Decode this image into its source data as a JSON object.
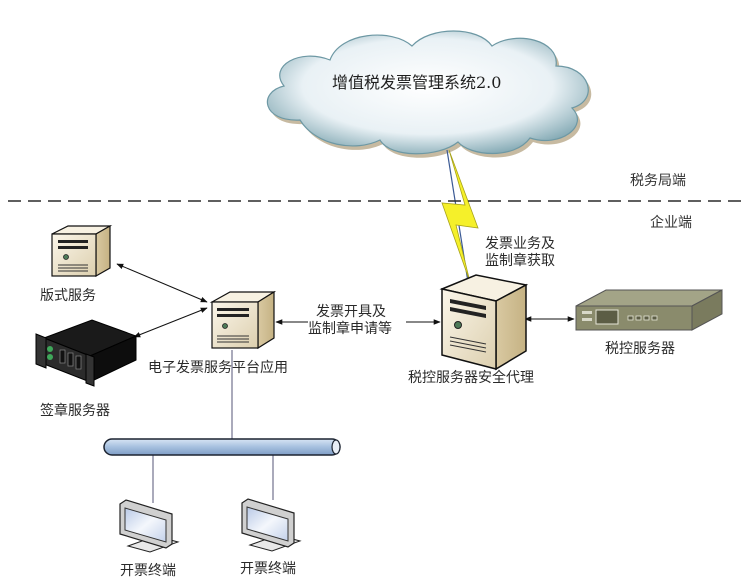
{
  "cloud": {
    "title": "增值税发票管理系统2.0",
    "icon": "cloud-icon"
  },
  "zones": {
    "tax_bureau": "税务局端",
    "enterprise": "企业端"
  },
  "nodes": {
    "layout_service": {
      "label": "版式服务",
      "icon": "tower-server-icon"
    },
    "signing_server": {
      "label": "签章服务器",
      "icon": "black-rack-server-icon"
    },
    "platform_app": {
      "label": "电子发票服务平台应用",
      "icon": "tower-server-icon"
    },
    "tax_proxy": {
      "label": "税控服务器安全代理",
      "icon": "tower-server-icon"
    },
    "tax_server": {
      "label": "税控服务器",
      "icon": "rack-server-icon"
    },
    "terminal_1": {
      "label": "开票终端",
      "icon": "monitor-icon"
    },
    "terminal_2": {
      "label": "开票终端",
      "icon": "monitor-icon"
    }
  },
  "edges": {
    "platform_to_proxy": {
      "line1": "发票开具及",
      "line2": "监制章申请等"
    },
    "proxy_to_cloud": {
      "line1": "发票业务及",
      "line2": "监制章获取"
    }
  },
  "colors": {
    "lightning": "#f5f02a",
    "bus": "#a9c3e0",
    "cloud_fill": "#f2f7fa",
    "cloud_edge": "#6d98a4",
    "server_beige": "#efe4c8",
    "rack_olive": "#8a8b6c"
  }
}
